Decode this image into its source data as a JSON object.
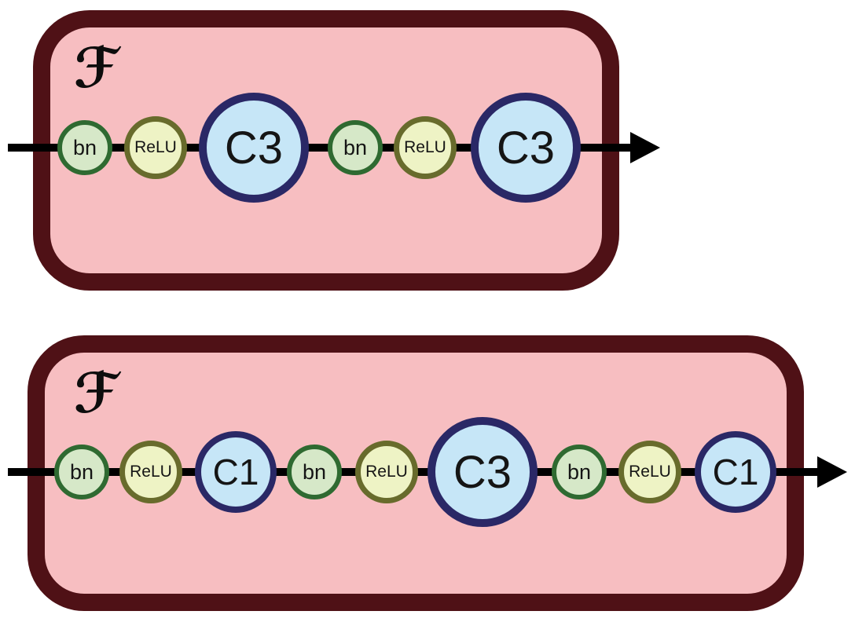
{
  "diagram": {
    "description": "Two pre-activation residual function blocks",
    "blocks": [
      {
        "label": "ℱ",
        "nodes": [
          {
            "type": "bn",
            "label": "bn"
          },
          {
            "type": "relu",
            "label": "ReLU"
          },
          {
            "type": "c3",
            "label": "C3"
          },
          {
            "type": "bn",
            "label": "bn"
          },
          {
            "type": "relu",
            "label": "ReLU"
          },
          {
            "type": "c3",
            "label": "C3"
          }
        ]
      },
      {
        "label": "ℱ",
        "nodes": [
          {
            "type": "bn",
            "label": "bn"
          },
          {
            "type": "relu",
            "label": "ReLU"
          },
          {
            "type": "c1",
            "label": "C1"
          },
          {
            "type": "bn",
            "label": "bn"
          },
          {
            "type": "relu",
            "label": "ReLU"
          },
          {
            "type": "c3",
            "label": "C3"
          },
          {
            "type": "bn",
            "label": "bn"
          },
          {
            "type": "relu",
            "label": "ReLU"
          },
          {
            "type": "c1",
            "label": "C1"
          }
        ]
      }
    ],
    "colors": {
      "block_fill": "#f7bec1",
      "block_border": "#4f1116",
      "bn_fill": "#d6e8c8",
      "bn_border": "#2f6a31",
      "relu_fill": "#eef3c5",
      "relu_border": "#686b2c",
      "conv_fill": "#c6e6f7",
      "conv_border": "#2a2866",
      "line": "#000000",
      "text": "#151515"
    }
  }
}
